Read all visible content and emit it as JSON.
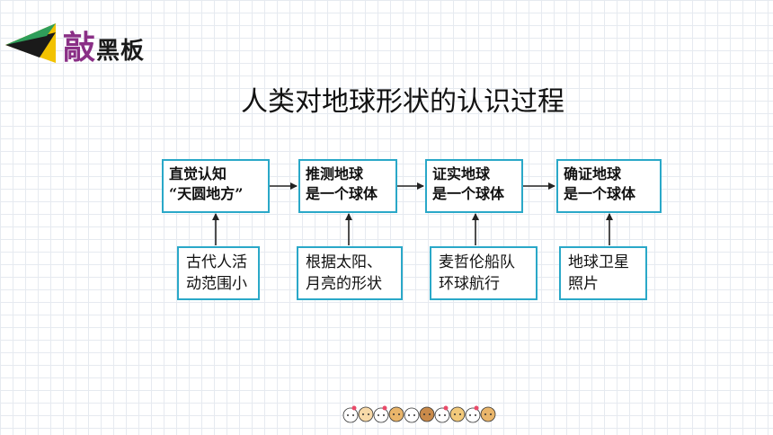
{
  "logo": {
    "text_part1": "敲",
    "text_part2": "黑板"
  },
  "title": "人类对地球形状的认识过程",
  "stages": [
    {
      "line1": "直觉认知",
      "line2": "“天圆地方”"
    },
    {
      "line1": "推测地球",
      "line2": "是一个球体"
    },
    {
      "line1": "证实地球",
      "line2": "是一个球体"
    },
    {
      "line1": "确证地球",
      "line2": "是一个球体"
    }
  ],
  "evidence": [
    {
      "line1": "古代人活",
      "line2": "动范围小"
    },
    {
      "line1": "根据太阳、",
      "line2": "月亮的形状"
    },
    {
      "line1": "麦哲伦船队",
      "line2": "环球航行"
    },
    {
      "line1": "地球卫星",
      "line2": "照片"
    }
  ],
  "colors": {
    "box_border": "#2aa8c8",
    "arrow": "#222222",
    "logo_purple": "#8a2f86",
    "logo_yellow": "#f2c200"
  }
}
